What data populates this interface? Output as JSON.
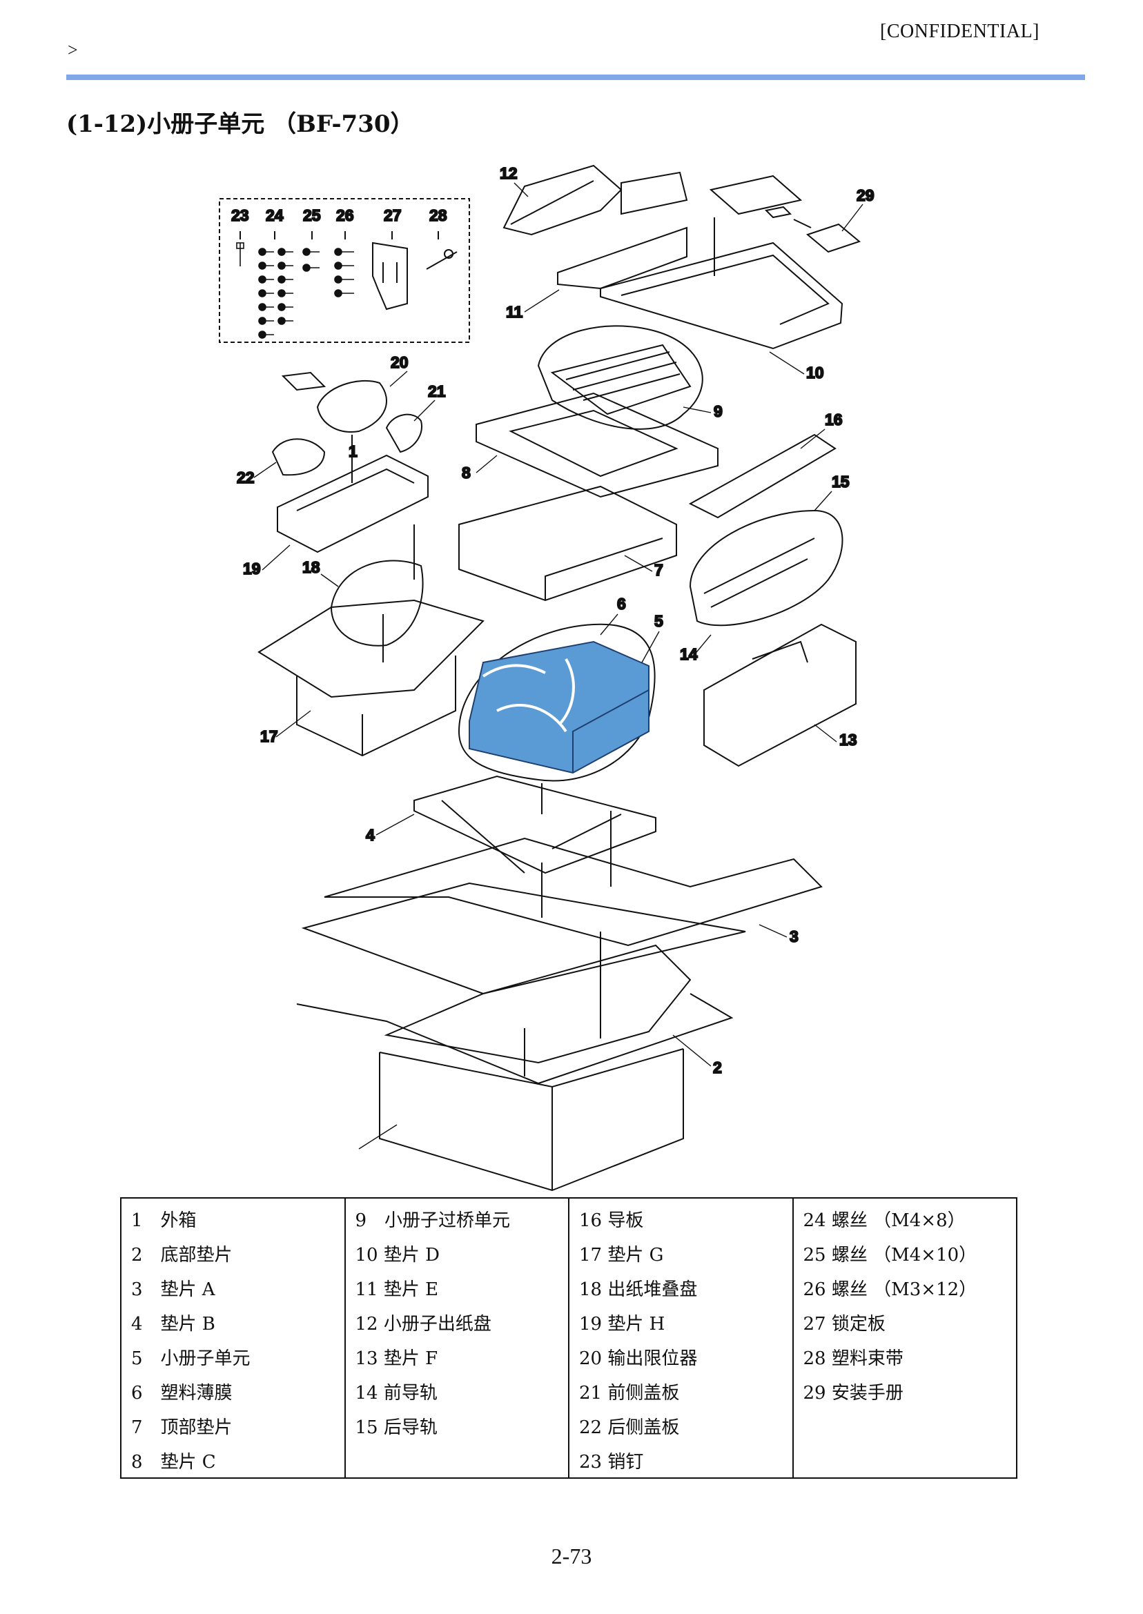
{
  "header": {
    "confidential": "[CONFIDENTIAL]",
    "nav_arrow": ">"
  },
  "title": "(1-12)小册子单元 （BF-730）",
  "diagram": {
    "callouts": [
      "1",
      "2",
      "3",
      "4",
      "5",
      "6",
      "7",
      "8",
      "9",
      "10",
      "11",
      "12",
      "13",
      "14",
      "15",
      "16",
      "17",
      "18",
      "19",
      "20",
      "21",
      "22",
      "23",
      "24",
      "25",
      "26",
      "27",
      "28",
      "29"
    ],
    "highlight_color": "#5b9bd5"
  },
  "parts_table": {
    "columns": [
      [
        "1　外箱",
        "2　底部垫片",
        "3　垫片 A",
        "4　垫片 B",
        "5　小册子单元",
        "6　塑料薄膜",
        "7　顶部垫片",
        "8　垫片 C"
      ],
      [
        "9　小册子过桥单元",
        "10 垫片 D",
        "11 垫片 E",
        "12 小册子出纸盘",
        "13 垫片 F",
        "14 前导轨",
        "15 后导轨",
        ""
      ],
      [
        "16 导板",
        "17 垫片 G",
        "18 出纸堆叠盘",
        "19 垫片 H",
        "20 输出限位器",
        "21 前侧盖板",
        "22 后侧盖板",
        "23 销钉"
      ],
      [
        "24 螺丝 （M4×8）",
        "25 螺丝 （M4×10）",
        "26 螺丝 （M3×12）",
        "27 锁定板",
        "28 塑料束带",
        "29 安装手册",
        "",
        ""
      ]
    ]
  },
  "page_number": "2-73"
}
